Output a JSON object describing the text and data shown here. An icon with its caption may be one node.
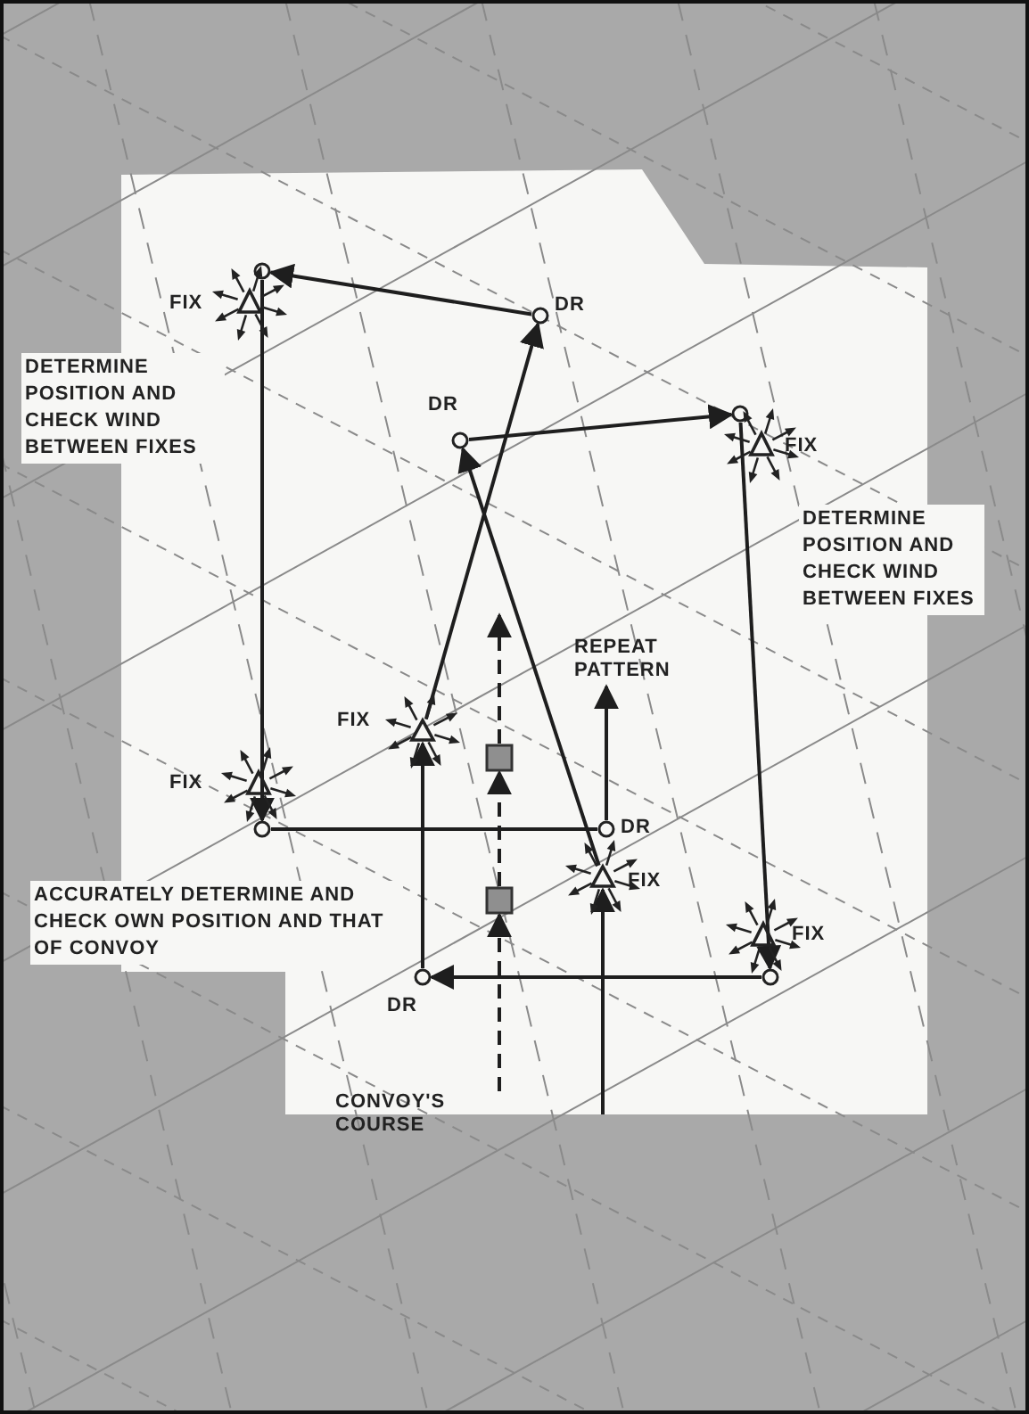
{
  "diagram": {
    "nodes": [
      {
        "text": [
          "FIX"
        ]
      },
      {
        "text": [
          "DR"
        ]
      },
      {
        "text": [
          "FIX"
        ]
      },
      {
        "text": [
          "DR"
        ]
      },
      {
        "text": [
          "REPEAT PATTERN"
        ]
      },
      {
        "text": [
          "FIX"
        ]
      },
      {
        "text": [],
        "shape": "box"
      },
      {
        "text": [
          "FIX"
        ]
      },
      {
        "text": [
          "DR"
        ]
      },
      {
        "text": [
          "FIX"
        ]
      },
      {
        "text": [],
        "shape": "box"
      },
      {
        "text": [
          "FIX"
        ]
      },
      {
        "text": [
          "DR"
        ]
      },
      {
        "text": [
          "CONVOY'S COURSE"
        ]
      }
    ],
    "edges": [
      {
        "from": null,
        "to": 9,
        "arrow": "to"
      },
      {
        "from": 9,
        "to": 3,
        "arrow": "to"
      },
      {
        "from": 3,
        "to": 2,
        "arrow": "to"
      },
      {
        "from": 2,
        "to": 11,
        "arrow": "to"
      },
      {
        "from": 11,
        "to": 12,
        "arrow": "to"
      },
      {
        "from": 12,
        "to": 5,
        "arrow": "to"
      },
      {
        "from": 5,
        "to": 1,
        "arrow": "to"
      },
      {
        "from": 1,
        "to": 0,
        "arrow": "to"
      },
      {
        "from": 0,
        "to": 7,
        "arrow": "to"
      },
      {
        "from": 7,
        "to": 8,
        "arrow": "none"
      },
      {
        "from": 8,
        "to": 4,
        "arrow": "to"
      },
      {
        "from": 13,
        "to": 10,
        "arrow": "to",
        "style": "dashed"
      },
      {
        "from": 10,
        "to": 6,
        "arrow": "to",
        "style": "dashed"
      },
      {
        "from": 6,
        "to": null,
        "arrow": "to",
        "style": "dashed"
      }
    ],
    "labels": [
      "DETERMINE POSITION AND CHECK WIND BETWEEN FIXES",
      "DETERMINE POSITION AND CHECK WIND BETWEEN FIXES",
      "ACCURATELY DETERMINE AND CHECK OWN POSITION AND THAT OF CONVOY"
    ]
  }
}
